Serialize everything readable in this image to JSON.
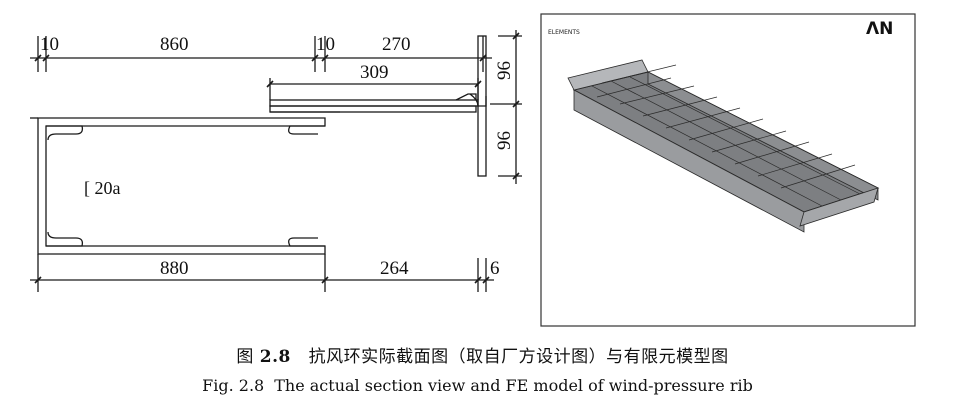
{
  "section_drawing": {
    "top_dims": [
      "10",
      "860",
      "10",
      "270"
    ],
    "inner_dim": "309",
    "right_dims": [
      "96",
      "96"
    ],
    "channel_label": "[ 20a",
    "bottom_dims": [
      "880",
      "264",
      "6"
    ]
  },
  "fe_model": {
    "element_label": "ELEMENTS",
    "logo_text": "ΛN"
  },
  "caption": {
    "cn_prefix": "图",
    "cn_number": "2.8",
    "cn_text": "抗风环实际截面图（取自厂方设计图）与有限元模型图",
    "en_prefix": "Fig. 2.8",
    "en_text": "The actual section view and FE model of wind-pressure rib"
  },
  "colors": {
    "line": "#1a1a1a",
    "mesh_fill": "#7d7f82",
    "mesh_edge": "#2a2a2a"
  }
}
